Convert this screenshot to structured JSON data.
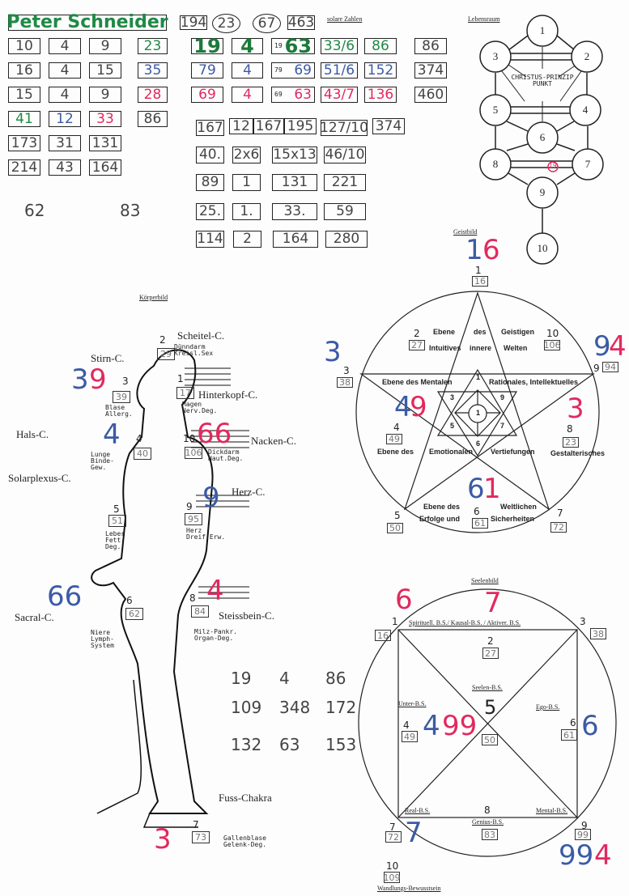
{
  "header": {
    "name": "Peter Schneider",
    "top": [
      "194",
      "23",
      "67",
      "463"
    ],
    "solare_label": "solare Zahlen"
  },
  "grid_left": [
    [
      "10",
      "4",
      "9",
      "23"
    ],
    [
      "16",
      "4",
      "15",
      "35"
    ],
    [
      "15",
      "4",
      "9",
      "28"
    ],
    [
      "41",
      "12",
      "33",
      "86"
    ],
    [
      "173",
      "31",
      "131"
    ],
    [
      "214",
      "43",
      "164"
    ]
  ],
  "loose_left": [
    "62",
    "83"
  ],
  "grid_mid": [
    {
      "a": "19",
      "b": "4",
      "c_small": "19",
      "c": "63",
      "d": "33/6",
      "e": "86",
      "f": "86"
    },
    {
      "a": "79",
      "b": "4",
      "c_small": "79",
      "c": "69",
      "d": "51/6",
      "e": "152",
      "f": "374"
    },
    {
      "a": "69",
      "b": "4",
      "c_small": "69",
      "c": "63",
      "d": "43/7",
      "e": "136",
      "f": "460"
    }
  ],
  "grid_lower": [
    [
      "167",
      "12",
      "167",
      "195",
      "127/10",
      "374"
    ],
    [
      "40.",
      "2x6",
      "15x13",
      "46/10"
    ],
    [
      "89",
      "1",
      "131",
      "221"
    ],
    [
      "25.",
      "1.",
      "33.",
      "59"
    ],
    [
      "114",
      "2",
      "164",
      "280"
    ]
  ],
  "lebensraum": {
    "label": "Lebensraum",
    "nodes": [
      "1",
      "2",
      "3",
      "4",
      "5",
      "6",
      "7",
      "8",
      "9",
      "10"
    ],
    "center": "CHRISTUS-PRINZIP PUNKT",
    "marked": "19"
  },
  "geistbild": {
    "label": "Geistbild",
    "hw_top": [
      "1",
      "6"
    ],
    "points": [
      {
        "n": "1",
        "v": "16"
      },
      {
        "n": "2",
        "v": "27"
      },
      {
        "n": "10",
        "v": "106"
      },
      {
        "n": "3",
        "v": "38"
      },
      {
        "n": "9",
        "v": "94"
      },
      {
        "n": "4",
        "v": "49"
      },
      {
        "n": "8",
        "v": "23"
      },
      {
        "n": "5",
        "v": "50"
      },
      {
        "n": "6",
        "v": "61"
      },
      {
        "n": "7",
        "v": "72"
      }
    ],
    "hw": {
      "p3": "3",
      "p9a": "9",
      "p9b": "4",
      "p4a": "4",
      "p4b": "9",
      "p8": "3",
      "p6a": "6",
      "p6b": "1"
    },
    "texts": [
      "Ebene",
      "des",
      "Geistigen",
      "Intuitives",
      "innere",
      "Welten",
      "Ebene des Mentalen",
      "Rationales, Intellektuelles",
      "Ebene des",
      "Emotionalen",
      "Vertiefungen",
      "Gestalterisches",
      "Ebene des",
      "Weltlichen",
      "Erfolge und",
      "Sicherheiten"
    ],
    "inner": [
      "1",
      "3",
      "9",
      "1",
      "5",
      "7",
      "6"
    ]
  },
  "koerperbild": {
    "label": "Körperbild",
    "chakras": [
      {
        "name": "Scheitel-C.",
        "n": "2",
        "v": "29",
        "organ": "Dünndarm\nKreisl.Sex"
      },
      {
        "name": "Stirn-C.",
        "n": "3",
        "v": "39",
        "organ": "Blase\nAllerg."
      },
      {
        "name": "Hinterkopf-C.",
        "n": "1",
        "v": "17",
        "organ": "Magen\nNerv.Deg."
      },
      {
        "name": "Hals-C.",
        "n": "4",
        "v": "40",
        "organ": "Lunge\nBinde-\nGew."
      },
      {
        "name": "Nacken-C.",
        "n": "10",
        "v": "106",
        "organ": "Dickdarm\nHaut.Deg."
      },
      {
        "name": "Solarplexus-C.",
        "n": "5",
        "v": "51",
        "organ": "Leber\nFett-\nDeg."
      },
      {
        "name": "Herz-C.",
        "n": "9",
        "v": "95",
        "organ": "Herz\nDreif.Erw."
      },
      {
        "name": "Sacral-C.",
        "n": "6",
        "v": "62",
        "organ": "Niere\nLymph-\nSystem"
      },
      {
        "name": "Steissbein-C.",
        "n": "8",
        "v": "84",
        "organ": "Milz-Pankr.\nOrgan-Deg."
      },
      {
        "name": "Fuss-Chakra",
        "n": "7",
        "v": "73",
        "organ": "Gallenblase\nGelenk-Deg."
      }
    ],
    "hw": {
      "stirn_a": "3",
      "stirn_b": "9",
      "hals": "4",
      "nacken": "66",
      "herz": "9",
      "sacral": "66",
      "steiss": "4",
      "fuss": "3"
    },
    "loose": [
      [
        "19",
        "4",
        "86"
      ],
      [
        "109",
        "348",
        "172"
      ],
      [
        "132",
        "63",
        "153"
      ]
    ]
  },
  "seelenbild": {
    "label": "Seelenbild",
    "top_line": "Spirituell. B.S./ Kausal-B.S. / Aktiver. B.S.",
    "points": [
      {
        "n": "1",
        "v": "16"
      },
      {
        "n": "2",
        "v": "27"
      },
      {
        "n": "3",
        "v": "38"
      },
      {
        "n": "4",
        "v": "49",
        "t": "Unter-B.S."
      },
      {
        "n": "5",
        "v": "50",
        "t": "Seelen-B.S."
      },
      {
        "n": "6",
        "v": "61",
        "t": "Ego-B.S."
      },
      {
        "n": "7",
        "v": "72",
        "t": "Real-B.S."
      },
      {
        "n": "8",
        "v": "83",
        "t": "Genius-B.S."
      },
      {
        "n": "9",
        "v": "99",
        "t": "Mental-B.S."
      },
      {
        "n": "10",
        "v": "109",
        "t": "Wandlungs-Bewusstsein"
      }
    ],
    "hw": {
      "p1": "6",
      "top": "7",
      "p4a": "4",
      "p4b": "99",
      "p6": "6",
      "p7": "7",
      "p9a": "99",
      "p9b": "4"
    }
  }
}
